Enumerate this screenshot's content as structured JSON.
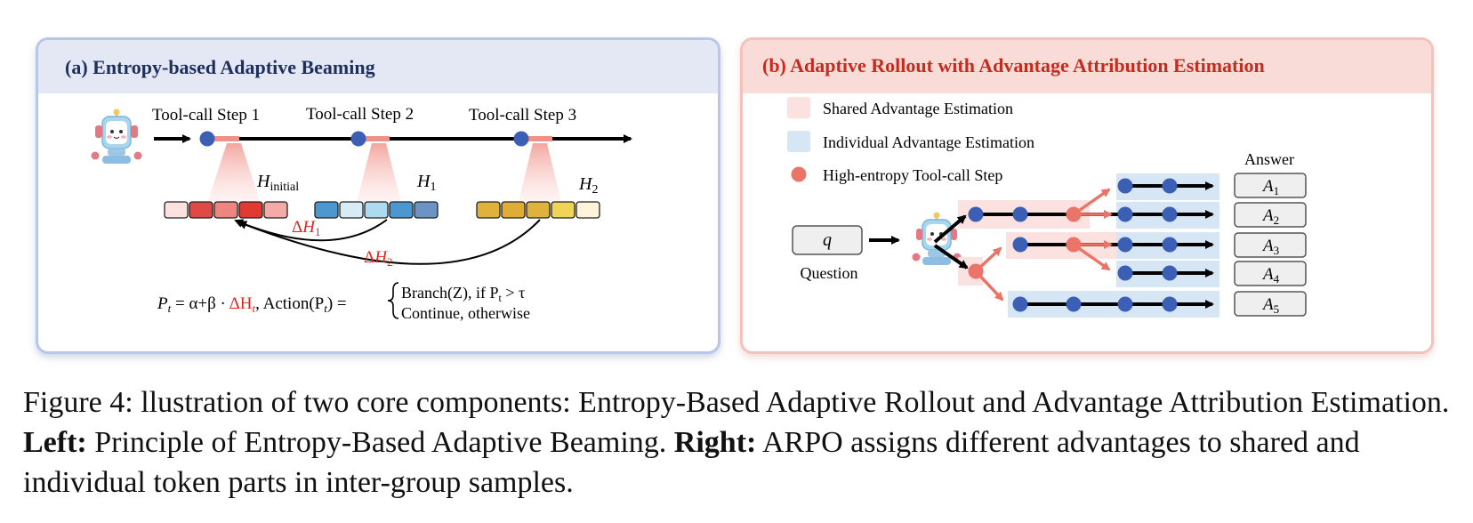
{
  "panel_a": {
    "title": "(a) Entropy-based Adaptive Beaming",
    "steps": [
      "Tool-call Step 1",
      "Tool-call Step 2",
      "Tool-call Step 3"
    ],
    "h_initial": {
      "base": "H",
      "sub": "initial"
    },
    "h1": {
      "base": "H",
      "sub": "1"
    },
    "h2": {
      "base": "H",
      "sub": "2"
    },
    "delta_h1": {
      "base": "ΔH",
      "sub": "1"
    },
    "delta_h2": {
      "base": "ΔH",
      "sub": "2"
    },
    "formula": {
      "lhs": "P",
      "lhs_sub": "t",
      "eq": " = α+β · ",
      "delta": "ΔH",
      "delta_sub": "t",
      "action": ",  Action(P",
      "action_sub": "t",
      "action_end": ") =",
      "case1": "Branch(Z), if P",
      "case1_sub": "t",
      "case1_end": " > τ",
      "case2": "Continue,   otherwise"
    },
    "token_colors": {
      "red": [
        "#fbe2e0",
        "#e04a46",
        "#ee8580",
        "#e23a30",
        "#f4aaa6"
      ],
      "blue": [
        "#4a98cf",
        "#d7ebf6",
        "#aedaf0",
        "#4a98cf",
        "#6b94c5"
      ],
      "yellow": [
        "#dfb23c",
        "#dfac36",
        "#dfb23c",
        "#f0d457",
        "#fdf4d9"
      ]
    }
  },
  "panel_b": {
    "title": "(b) Adaptive Rollout with Advantage Attribution Estimation",
    "legend": [
      {
        "label": "Shared Advantage Estimation",
        "color": "#fbe1df"
      },
      {
        "label": "Individual Advantage Estimation",
        "color": "#d6e6f4"
      },
      {
        "label": "High-entropy Tool-call Step",
        "color": "#ea7468"
      }
    ],
    "question_symbol": "q",
    "question_label": "Question",
    "answer_title": "Answer",
    "answers": [
      {
        "base": "A",
        "sub": "1"
      },
      {
        "base": "A",
        "sub": "2"
      },
      {
        "base": "A",
        "sub": "3"
      },
      {
        "base": "A",
        "sub": "4"
      },
      {
        "base": "A",
        "sub": "5"
      }
    ]
  },
  "colors": {
    "node_blue": "#3b5fb5",
    "node_red": "#ea7468",
    "delta_red": "#e3261d"
  },
  "caption": {
    "text1": "Figure 4: llustration of two core components: Entropy-Based Adaptive Rollout and Advantage Attribution Estimation. ",
    "left_bold": "Left:",
    "text2": " Principle of Entropy-Based Adaptive Beaming. ",
    "right_bold": "Right:",
    "text3": " ARPO assigns different advantages to shared and individual token parts in inter-group samples."
  }
}
